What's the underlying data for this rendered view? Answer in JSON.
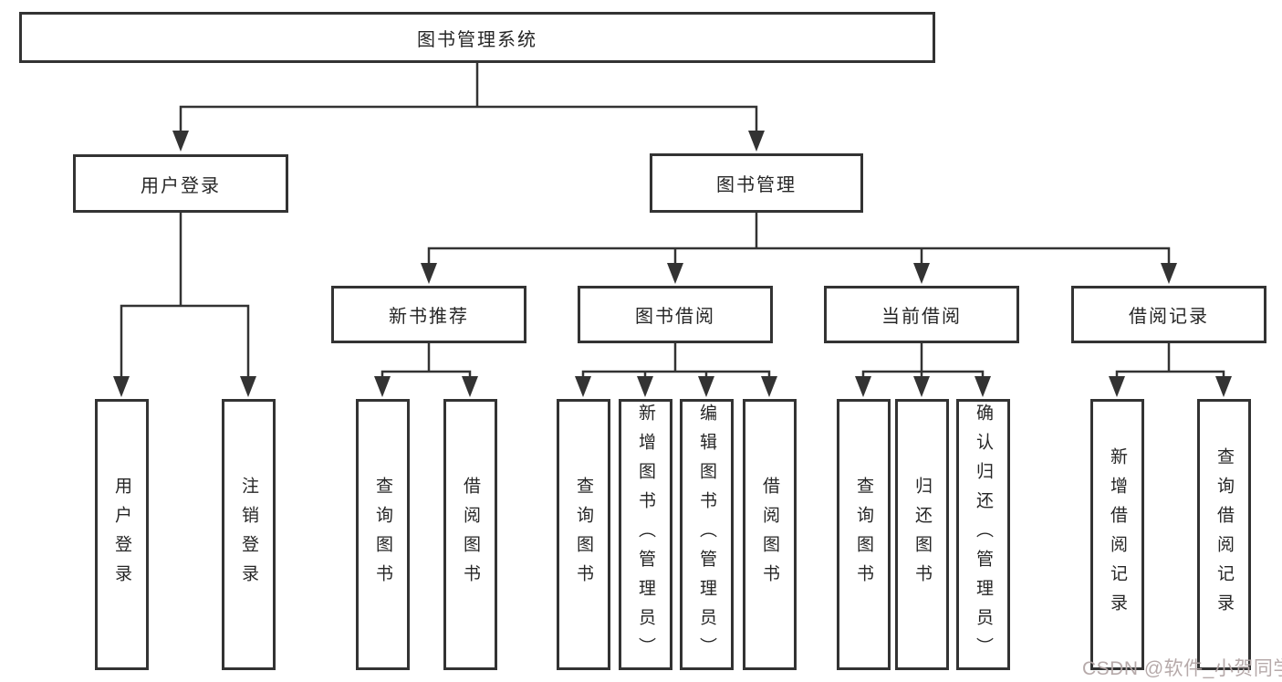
{
  "nodes": {
    "root": {
      "label": "图书管理系统"
    },
    "level2": [
      {
        "label": "用户登录"
      },
      {
        "label": "图书管理"
      }
    ],
    "level3": [
      {
        "label": "新书推荐"
      },
      {
        "label": "图书借阅"
      },
      {
        "label": "当前借阅"
      },
      {
        "label": "借阅记录"
      }
    ],
    "leaves": [
      {
        "label": "用户登录"
      },
      {
        "label": "注销登录"
      },
      {
        "label": "查询图书"
      },
      {
        "label": "借阅图书"
      },
      {
        "label": "查询图书"
      },
      {
        "label": "新增图书（管理员）"
      },
      {
        "label": "编辑图书（管理员）"
      },
      {
        "label": "借阅图书"
      },
      {
        "label": "查询图书"
      },
      {
        "label": "归还图书"
      },
      {
        "label": "确认归还（管理员）"
      },
      {
        "label": "新增借阅记录"
      },
      {
        "label": "查询借阅记录"
      }
    ]
  },
  "watermark": {
    "text": "CSDN @软件_小贺同学",
    "color": "#b3a6a6"
  },
  "colors": {
    "line": "#333333",
    "box_border": "#333333",
    "text": "#262626",
    "background": "#ffffff"
  }
}
